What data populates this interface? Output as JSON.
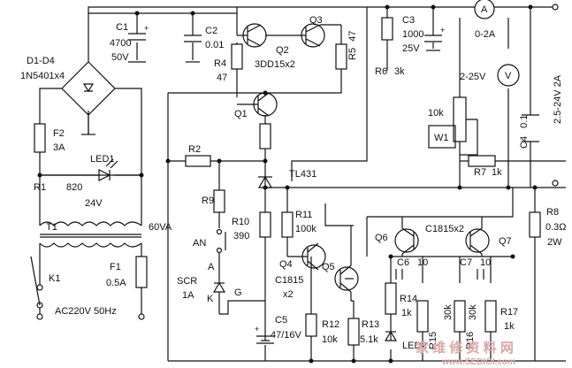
{
  "components": {
    "c1": {
      "ref": "C1",
      "value": "4700",
      "voltage": "50V"
    },
    "c2": {
      "ref": "C2",
      "value": "0.01"
    },
    "c3": {
      "ref": "C3",
      "value": "1000",
      "voltage": "25V"
    },
    "c4": {
      "ref": "C4",
      "value": "0.1"
    },
    "c5": {
      "ref": "C5",
      "value": "47/16V"
    },
    "c6": {
      "ref": "C6",
      "value": "10"
    },
    "c7": {
      "ref": "C7",
      "value": "10"
    },
    "bridge": {
      "ref": "D1-D4",
      "part": "1N5401x4"
    },
    "f1": {
      "ref": "F1",
      "value": "0.5A"
    },
    "f2": {
      "ref": "F2",
      "value": "3A"
    },
    "led1": {
      "ref": "LED1"
    },
    "led2": {
      "ref": "LED2"
    },
    "r1": {
      "ref": "R1",
      "value": "820"
    },
    "r2": {
      "ref": "R2"
    },
    "r4": {
      "ref": "R4",
      "value": "47"
    },
    "r5": {
      "ref": "R5",
      "value": "47"
    },
    "r6": {
      "ref": "R6",
      "value": "3k"
    },
    "r7": {
      "ref": "R7",
      "value": "1k"
    },
    "r8": {
      "ref": "R8",
      "value": "0.3Ω",
      "power": "2W"
    },
    "r9": {
      "ref": "R9"
    },
    "r10": {
      "ref": "R10",
      "value": "390"
    },
    "r11": {
      "ref": "R11",
      "value": "100k"
    },
    "r12": {
      "ref": "R12",
      "value": "10k"
    },
    "r13": {
      "ref": "R13",
      "value": "5.1k"
    },
    "r14": {
      "ref": "R14",
      "value": "1k"
    },
    "r15": {
      "ref": "R15",
      "value": "30k"
    },
    "r16": {
      "ref": "R16",
      "value": "30k"
    },
    "r17": {
      "ref": "R17",
      "value": "1k"
    },
    "w1": {
      "ref": "W1",
      "value": "10k"
    },
    "t1": {
      "ref": "T1",
      "secondary": "24V",
      "rating": "60VA"
    },
    "k1": {
      "ref": "K1"
    },
    "q1": {
      "ref": "Q1"
    },
    "q2": {
      "ref": "Q2"
    },
    "q3": {
      "ref": "Q3"
    },
    "q23_part": "3DD15x2",
    "q4": {
      "ref": "Q4"
    },
    "q45_part": "C1815",
    "q45_count": "x2",
    "q5": {
      "ref": "Q5"
    },
    "q6": {
      "ref": "Q6"
    },
    "q7": {
      "ref": "Q7"
    },
    "q67_part": "C1815x2",
    "tl431": "TL431",
    "scr": {
      "ref": "SCR",
      "rating": "1A",
      "anode": "A",
      "cathode": "K",
      "gate": "G"
    },
    "an": "AN"
  },
  "meters": {
    "ammeter": {
      "symbol": "A",
      "range": "0-2A"
    },
    "voltmeter": {
      "symbol": "V",
      "range": "2-25V"
    }
  },
  "labels": {
    "output_range": "2.5-24V  2A",
    "mains": "AC220V  50Hz"
  },
  "watermark": {
    "text": "家 维 修 资 料 网",
    "url": "www.SEDIOI.com"
  }
}
